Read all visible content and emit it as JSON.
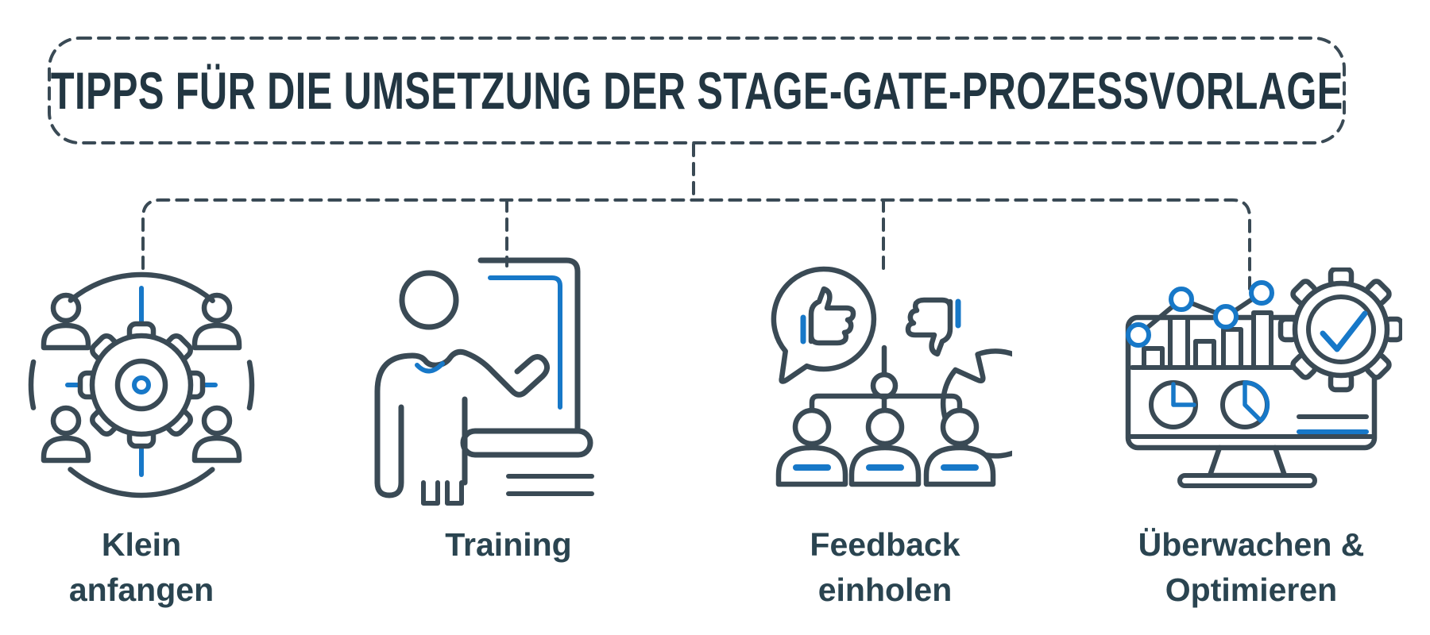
{
  "title": "TIPPS FÜR DIE UMSETZUNG DER STAGE-GATE-PROZESSVORLAGE",
  "colors": {
    "background": "#FFFFFF",
    "dark_stroke": "#3A4A55",
    "title_text": "#223642",
    "label_text": "#2A4450",
    "blue_accent": "#1778C8"
  },
  "items": [
    {
      "icon": "team-collaboration-gear-icon",
      "lines": [
        "Klein",
        "anfangen"
      ]
    },
    {
      "icon": "trainer-presentation-icon",
      "lines": [
        "Training"
      ]
    },
    {
      "icon": "feedback-thumbs-icon",
      "lines": [
        "Feedback",
        "einholen"
      ]
    },
    {
      "icon": "monitor-analytics-icon",
      "lines": [
        "Überwachen &",
        "Optimieren"
      ]
    }
  ]
}
